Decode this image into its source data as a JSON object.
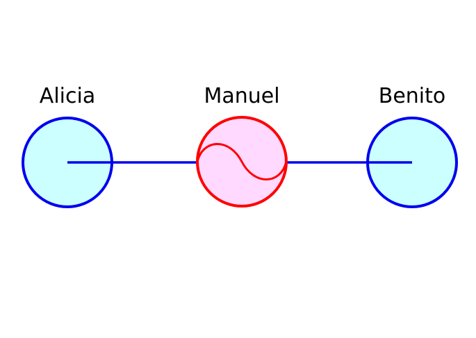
{
  "diagram": {
    "nodes": [
      {
        "id": "alicia",
        "label": "Alicia",
        "fill": "#ccffff",
        "stroke": "#0000ee",
        "symbol": "none"
      },
      {
        "id": "manuel",
        "label": "Manuel",
        "fill": "#ffd9ff",
        "stroke": "#ff0000",
        "symbol": "sine-wave-icon"
      },
      {
        "id": "benito",
        "label": "Benito",
        "fill": "#ccffff",
        "stroke": "#0000ee",
        "symbol": "none"
      }
    ],
    "edges": [
      {
        "from": "alicia",
        "to": "manuel",
        "color": "#0000ee"
      },
      {
        "from": "manuel",
        "to": "benito",
        "color": "#0000ee"
      }
    ]
  }
}
